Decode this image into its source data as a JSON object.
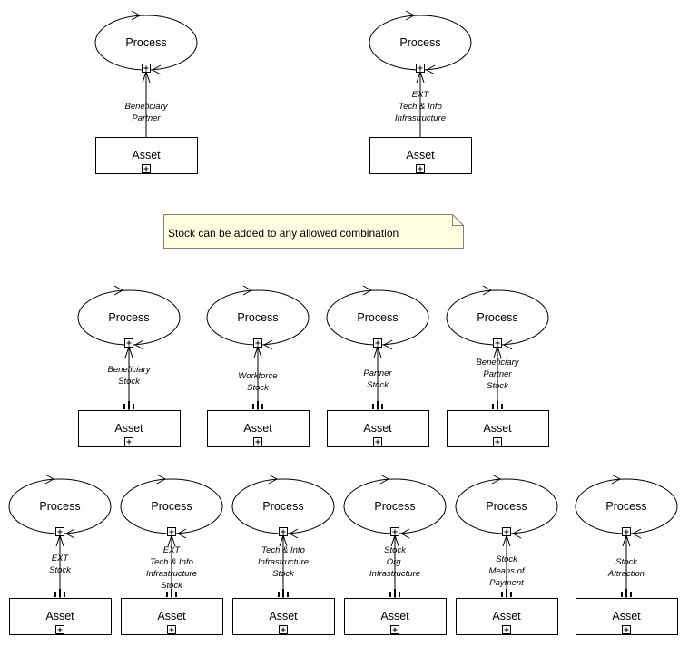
{
  "note": "Stock can be added to any allowed combination",
  "groups": [
    {
      "process": "Process",
      "asset": "Asset",
      "flow_label": [
        "Beneficiary",
        "Partner"
      ],
      "stock": false
    },
    {
      "process": "Process",
      "asset": "Asset",
      "flow_label": [
        "EXT",
        "Tech & Info",
        "Infrastructure"
      ],
      "stock": false
    },
    {
      "process": "Process",
      "asset": "Asset",
      "flow_label": [
        "Beneficiary",
        "Stock"
      ],
      "stock": true
    },
    {
      "process": "Process",
      "asset": "Asset",
      "flow_label": [
        "Workforce",
        "Stock"
      ],
      "stock": true
    },
    {
      "process": "Process",
      "asset": "Asset",
      "flow_label": [
        "Partner",
        "Stock"
      ],
      "stock": true
    },
    {
      "process": "Process",
      "asset": "Asset",
      "flow_label": [
        "Beneficiary",
        "Partner",
        "Stock"
      ],
      "stock": true
    },
    {
      "process": "Process",
      "asset": "Asset",
      "flow_label": [
        "EXT",
        "Stock"
      ],
      "stock": true
    },
    {
      "process": "Process",
      "asset": "Asset",
      "flow_label": [
        "EXT",
        "Tech & Info",
        "Infrastructure",
        "Stock"
      ],
      "stock": true
    },
    {
      "process": "Process",
      "asset": "Asset",
      "flow_label": [
        "Tech & Info",
        "Infrastructure",
        "Stock"
      ],
      "stock": true
    },
    {
      "process": "Process",
      "asset": "Asset",
      "flow_label": [
        "Stock",
        "Org.",
        "Infrastructure"
      ],
      "stock": true
    },
    {
      "process": "Process",
      "asset": "Asset",
      "flow_label": [
        "Stock",
        "Means of",
        "Payment"
      ],
      "stock": true
    },
    {
      "process": "Process",
      "asset": "Asset",
      "flow_label": [
        "Stock",
        "Attraction"
      ],
      "stock": true
    }
  ]
}
